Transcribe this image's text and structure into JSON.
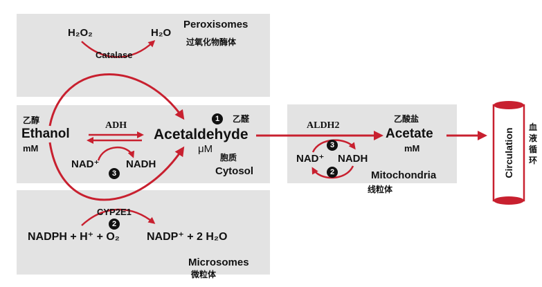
{
  "colors": {
    "arrow": "#c8202f",
    "box": "#e3e3e3",
    "badge": "#111111"
  },
  "peroxisomes": {
    "label": "Peroxisomes",
    "label_zh": "过氧化物酶体",
    "h2o2": "H₂O₂",
    "h2o": "H₂O",
    "enzyme": "Catalase"
  },
  "cytosol": {
    "label": "Cytosol",
    "label_zh": "胞质",
    "ethanol_zh": "乙醇",
    "ethanol": "Ethanol",
    "ethanol_unit": "mM",
    "adh": "ADH",
    "acetaldehyde_zh": "乙醛",
    "acetaldehyde": "Acetaldehyde",
    "acetaldehyde_unit": "μM",
    "nad_plus": "NAD⁺",
    "nadh": "NADH",
    "badge_step1": "1",
    "badge_step3": "3"
  },
  "microsomes": {
    "label": "Microsomes",
    "label_zh": "微粒体",
    "enzyme": "CYP2E1",
    "badge_step2": "2",
    "substrates": "NADPH + H⁺ + O₂",
    "products": "NADP⁺ + 2 H₂O"
  },
  "mitochondria": {
    "label": "Mitochondria",
    "label_zh": "线粒体",
    "enzyme": "ALDH2",
    "acetate_zh": "乙酸盐",
    "acetate": "Acetate",
    "acetate_unit": "mM",
    "nad_plus": "NAD⁺",
    "nadh": "NADH",
    "badge_step3": "3",
    "badge_step2": "2"
  },
  "circulation": {
    "label": "Circulation",
    "label_zh": [
      "血",
      "液",
      "循",
      "环"
    ]
  }
}
